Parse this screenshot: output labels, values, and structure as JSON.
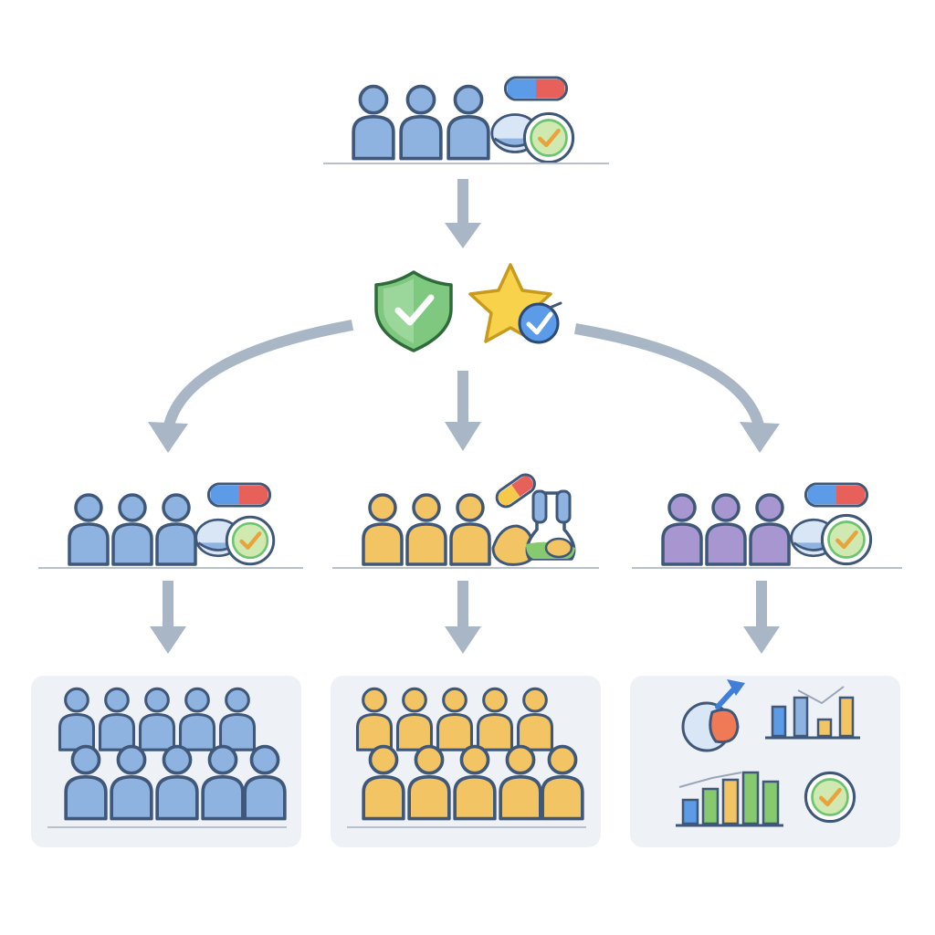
{
  "diagram": {
    "top_group": {
      "people_count": 3,
      "people_color": "#8fb3e0",
      "medication": "capsule-with-check"
    },
    "center_badges": [
      "shield-check",
      "star-check"
    ],
    "branches": [
      {
        "people_color": "#8fb3e0",
        "medication": "capsule-with-check",
        "result": "large-blue-population"
      },
      {
        "people_color": "#f2c463",
        "medication": "capsule-and-test-tubes",
        "result": "large-yellow-population"
      },
      {
        "people_color": "#a896d0",
        "medication": "capsule-with-check",
        "result": "charts-and-outcomes"
      }
    ],
    "colors": {
      "blue": "#8fb3e0",
      "yellow": "#f2c463",
      "purple": "#a896d0",
      "green": "#6cc470",
      "red": "#e8605a",
      "arrow": "#a9b6c6",
      "panel": "#eef1f6"
    }
  }
}
